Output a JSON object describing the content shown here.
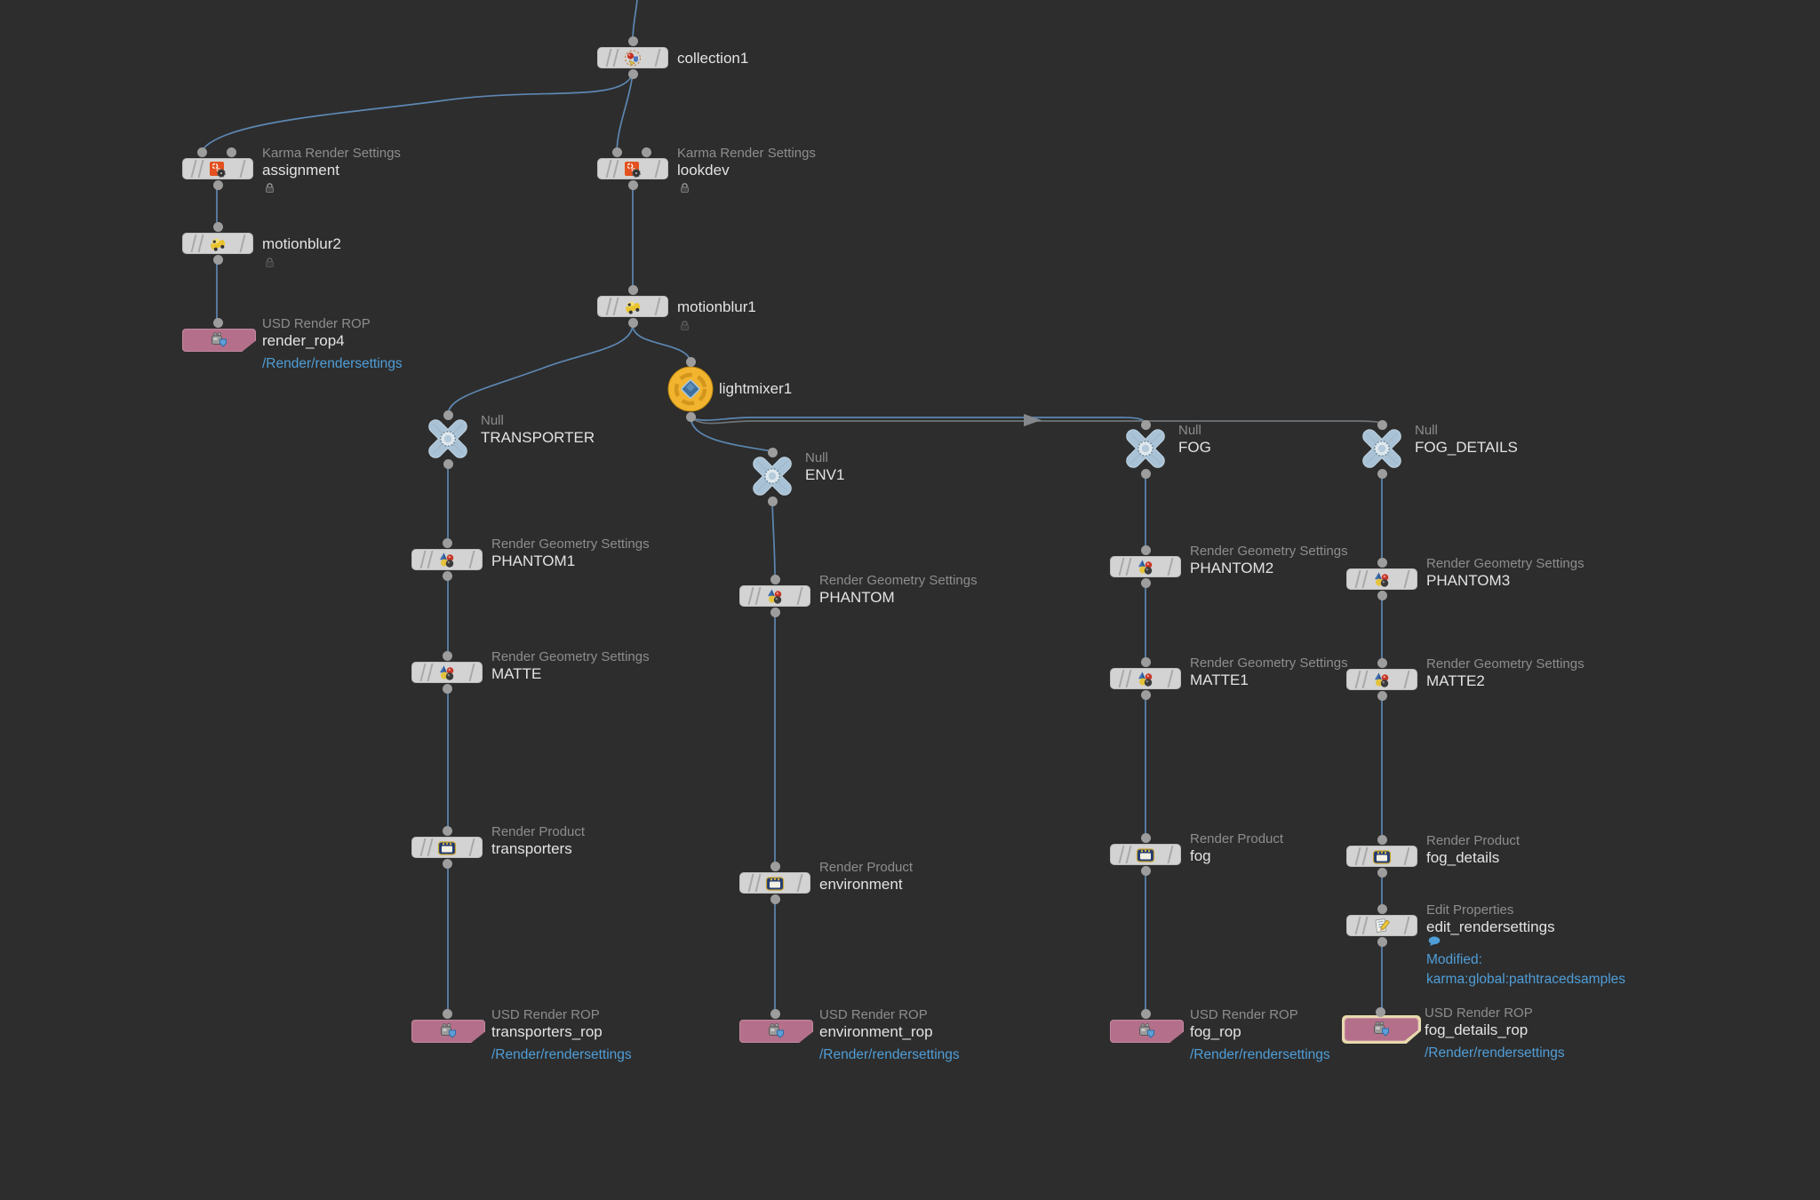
{
  "editor": "houdini-network-editor",
  "colors": {
    "background": "#2d2d2d",
    "node_gray": "#d3d3d3",
    "rop_pink": "#b4708a",
    "null_blue": "#a9c2d5",
    "lightmixer_yellow": "#f2b42e",
    "wire_blue": "#5d87b2",
    "wire_gray": "#6e7478",
    "link_blue": "#4f9ed8",
    "type_label_gray": "#8d8d8d",
    "name_white": "#e3e3e3",
    "selection_cream": "#e8d9ae"
  },
  "nodes": {
    "collection1": {
      "name": "collection1"
    },
    "assignment": {
      "type": "Karma Render Settings",
      "name": "assignment"
    },
    "lookdev": {
      "type": "Karma Render Settings",
      "name": "lookdev"
    },
    "motionblur2": {
      "name": "motionblur2"
    },
    "motionblur1": {
      "name": "motionblur1"
    },
    "render_rop4": {
      "type": "USD Render ROP",
      "name": "render_rop4",
      "path": "/Render/rendersettings"
    },
    "lightmixer1": {
      "name": "lightmixer1"
    },
    "transporter": {
      "type": "Null",
      "name": "TRANSPORTER"
    },
    "env1": {
      "type": "Null",
      "name": "ENV1"
    },
    "fog_null": {
      "type": "Null",
      "name": "FOG"
    },
    "fog_details_null": {
      "type": "Null",
      "name": "FOG_DETAILS"
    },
    "phantom1": {
      "type": "Render Geometry Settings",
      "name": "PHANTOM1"
    },
    "matte": {
      "type": "Render Geometry Settings",
      "name": "MATTE"
    },
    "phantom": {
      "type": "Render Geometry Settings",
      "name": "PHANTOM"
    },
    "phantom2": {
      "type": "Render Geometry Settings",
      "name": "PHANTOM2"
    },
    "matte1": {
      "type": "Render Geometry Settings",
      "name": "MATTE1"
    },
    "phantom3": {
      "type": "Render Geometry Settings",
      "name": "PHANTOM3"
    },
    "matte2": {
      "type": "Render Geometry Settings",
      "name": "MATTE2"
    },
    "transporters": {
      "type": "Render Product",
      "name": "transporters"
    },
    "environment": {
      "type": "Render Product",
      "name": "environment"
    },
    "fog_product": {
      "type": "Render Product",
      "name": "fog"
    },
    "fog_details_product": {
      "type": "Render Product",
      "name": "fog_details"
    },
    "edit_rendersettings": {
      "type": "Edit Properties",
      "name": "edit_rendersettings",
      "note_line1": "Modified:",
      "note_line2": "karma:global:pathtracedsamples"
    },
    "transporters_rop": {
      "type": "USD Render ROP",
      "name": "transporters_rop",
      "path": "/Render/rendersettings"
    },
    "environment_rop": {
      "type": "USD Render ROP",
      "name": "environment_rop",
      "path": "/Render/rendersettings"
    },
    "fog_rop": {
      "type": "USD Render ROP",
      "name": "fog_rop",
      "path": "/Render/rendersettings"
    },
    "fog_details_rop": {
      "type": "USD Render ROP",
      "name": "fog_details_rop",
      "path": "/Render/rendersettings",
      "selected": true
    }
  }
}
